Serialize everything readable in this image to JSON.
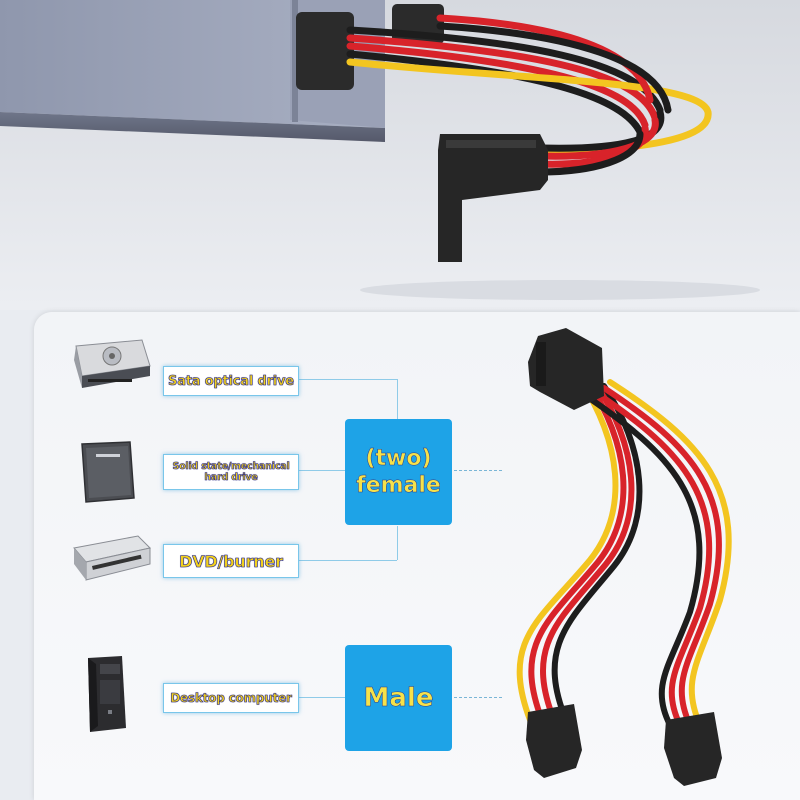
{
  "labels": {
    "optical": "Sata optical drive",
    "hdd": "Solid state/mechanical hard drive",
    "dvd": "DVD/burner",
    "desktop": "Desktop computer"
  },
  "boxes": {
    "female_line1": "(two)",
    "female_line2": "female",
    "male": "Male"
  },
  "icons": [
    "optical-drive-icon",
    "ssd-icon",
    "dvd-burner-icon",
    "desktop-tower-icon"
  ],
  "colors": {
    "box_blue": "#1ea3e7",
    "label_text": "#f2d11d",
    "wire_red": "#d8232a",
    "wire_yellow": "#f3c520",
    "wire_black": "#1d1d1d",
    "connector": "#262626"
  }
}
